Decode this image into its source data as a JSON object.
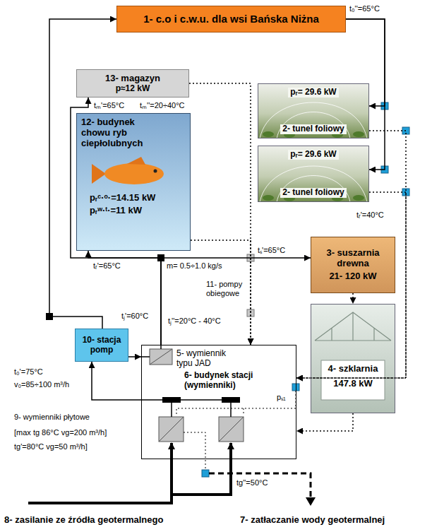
{
  "diagram": {
    "nodes": [
      {
        "text": [
          "1- c.o i c.w.u. dla wsi Bańska Niżna"
        ]
      },
      {
        "text": [
          "13- magazyn",
          "p≈12 kW"
        ]
      },
      {
        "text": [
          "12- budynek chowu ryb ciepłolubnych",
          "pᵣᶜ·ᵒ·=14.15 kW",
          "pᵣʷ·ᵗ·=11 kW"
        ]
      },
      {
        "text": [
          "pᵣ= 29.6 kW",
          "2- tunel foliowy"
        ]
      },
      {
        "text": [
          "pᵣ= 29.6 kW",
          "2- tunel foliowy"
        ]
      },
      {
        "text": [
          "3- suszarnia drewna",
          "21- 120 kW"
        ]
      },
      {
        "text": [
          "4- szklarnia",
          "147.8 kW"
        ]
      },
      {
        "text": [
          "10- stacja pomp"
        ]
      },
      {
        "text": [
          "6- budynek stacji (wymienniki)"
        ]
      }
    ],
    "edges": [
      {
        "from": 7,
        "to": 0,
        "arrow": "to"
      },
      {
        "from": 0,
        "to": 3,
        "arrow": "to"
      },
      {
        "from": 0,
        "to": 4,
        "arrow": "to"
      },
      {
        "from": 8,
        "to": 2,
        "arrow": "to"
      },
      {
        "from": 8,
        "to": 1,
        "arrow": "to"
      },
      {
        "from": 8,
        "to": 5,
        "arrow": "to"
      },
      {
        "from": 7,
        "to": 8,
        "arrow": "to"
      },
      {
        "from": 8,
        "to": 7,
        "arrow": "to"
      },
      {
        "from": 5,
        "to": 6,
        "arrow": "to"
      },
      {
        "from": 6,
        "to": 8,
        "arrow": "to"
      },
      {
        "from": 1,
        "to": 8,
        "arrow": "to"
      },
      {
        "from": 2,
        "to": 8,
        "arrow": "to"
      },
      {
        "from": 3,
        "to": 8,
        "arrow": "to"
      },
      {
        "from": 4,
        "to": 8,
        "arrow": "to"
      }
    ],
    "labels": [
      "t₀''=65°C",
      "tₘ'=65°C",
      "tₘ''=20÷40°C",
      "tᵣ'=40°C",
      "tᵣ'=65°C",
      "tₛ'=65°C",
      "m= 0.5÷1.0 kg/s",
      "11- pompy obiegowe",
      "tⱼ'=60°C",
      "tⱼ''=20°C - 40°C",
      "5- wymiennik typu JAD",
      "pₛ₁",
      "t₀'=75°C",
      "v₀=85÷100 m³/h",
      "9- wymienniki płytowe",
      "[max tg 86°C vg=200 m³/h]",
      "tg'=80°C vg=50 m³/h]",
      "tg''=50°C",
      "8- zasilanie ze źródła geotermalnego",
      "7- zatłaczanie wody geotermalnej"
    ]
  }
}
